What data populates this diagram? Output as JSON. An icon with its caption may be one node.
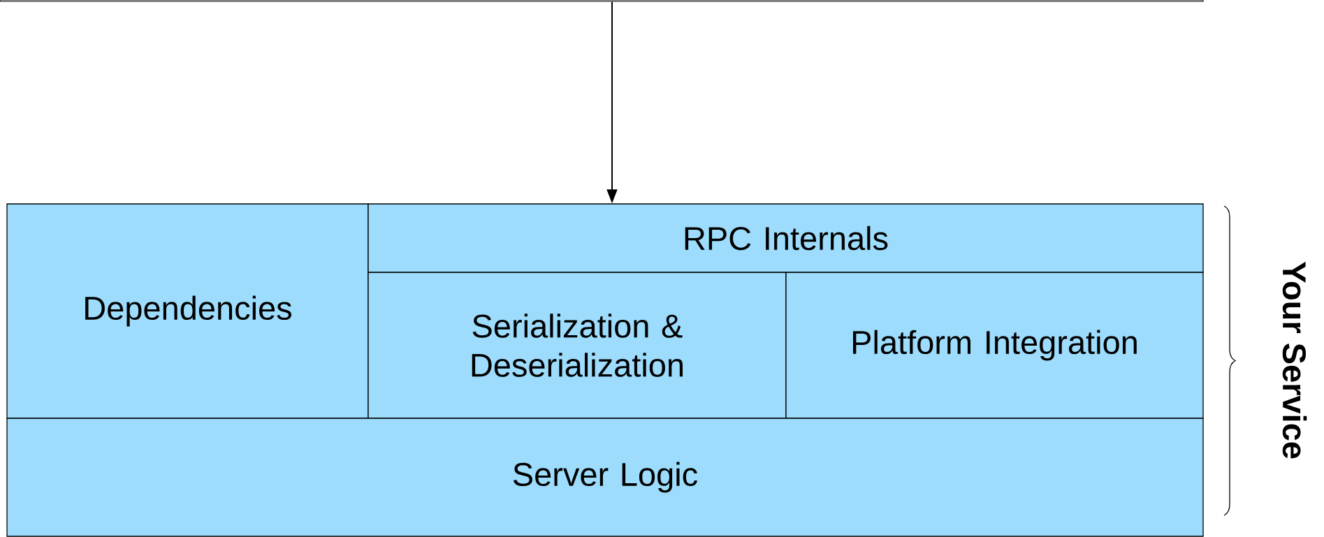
{
  "diagram": {
    "nodes": [
      {
        "text": [],
        "shape": "box"
      },
      {
        "text": [
          "Dependencies"
        ]
      },
      {
        "text": [
          "RPC Internals"
        ]
      },
      {
        "text": [
          "Serialization & Deserialization"
        ]
      },
      {
        "text": [
          "Platform Integration"
        ]
      },
      {
        "text": [
          "Server Logic"
        ]
      }
    ],
    "edges": [
      {
        "from": 0,
        "to": 2,
        "arrow": "to"
      }
    ],
    "labels": [
      "Your Service"
    ]
  }
}
